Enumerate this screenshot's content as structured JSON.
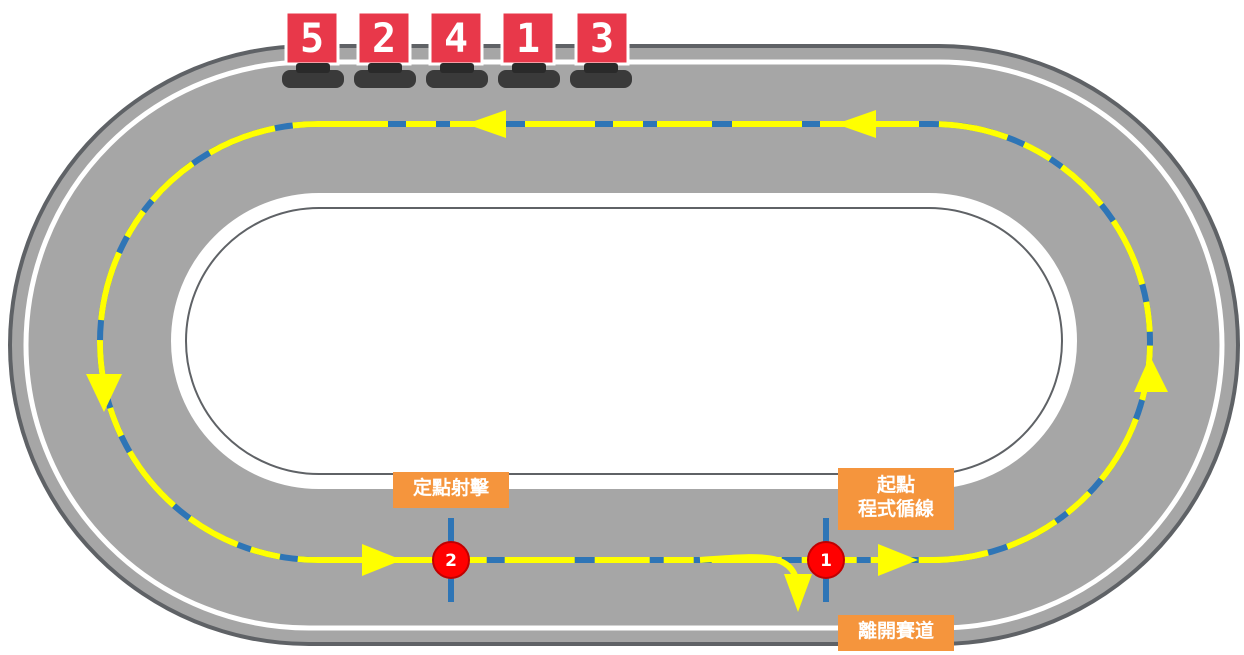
{
  "signs": [
    "5",
    "2",
    "4",
    "1",
    "3"
  ],
  "checkpoints": {
    "start": {
      "number": "1",
      "label_line1": "起點",
      "label_line2": "程式循線"
    },
    "shooting": {
      "number": "2",
      "label": "定點射擊"
    },
    "exit": {
      "label": "離開賽道"
    }
  },
  "colors": {
    "track": "#a6a6a6",
    "track_edge": "#ffffff",
    "border": "#5f6266",
    "line_yellow": "#ffff00",
    "line_blue": "#2e75b6",
    "marker_red": "#ff0000",
    "label_orange": "#f5953d",
    "sign_red": "#e8384a"
  }
}
